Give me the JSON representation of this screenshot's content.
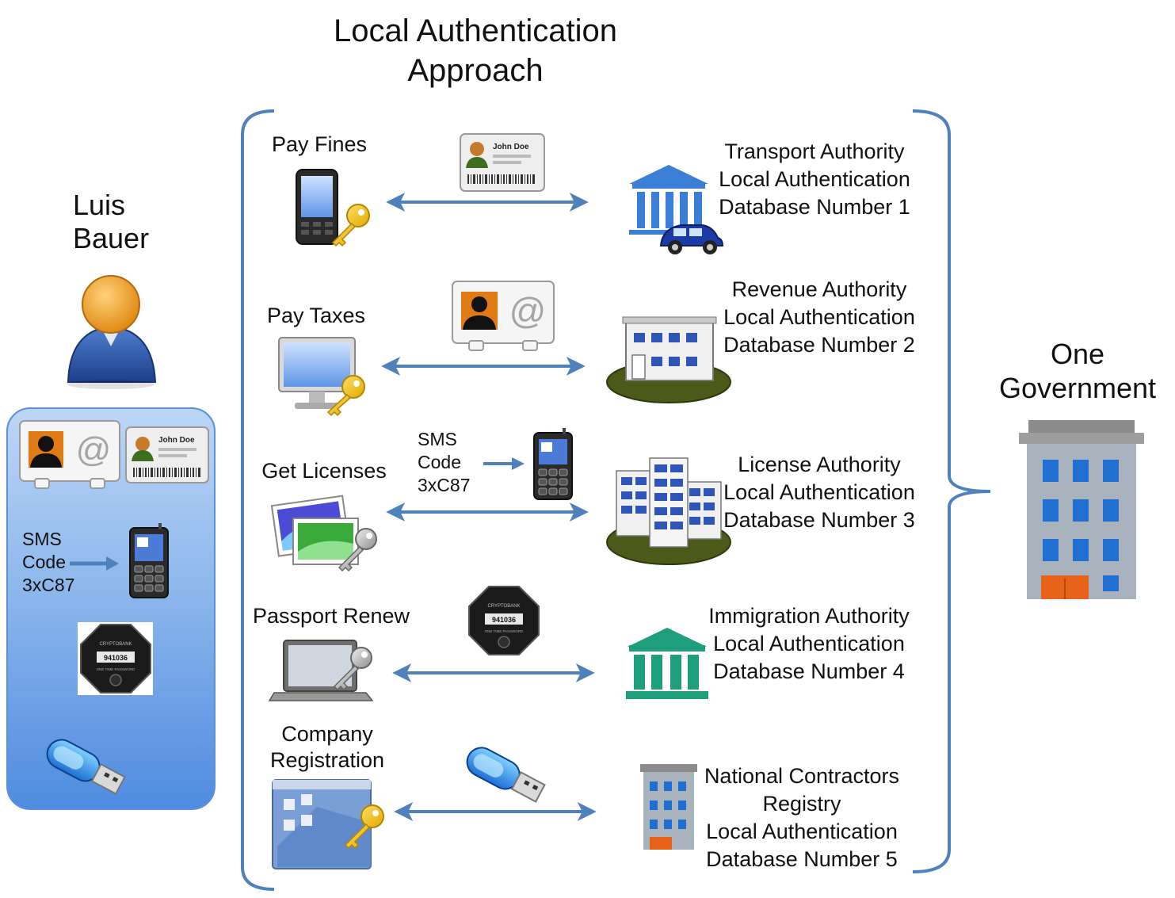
{
  "title": {
    "line1": "Local Authentication",
    "line2": "Approach"
  },
  "user": {
    "first_name": "Luis",
    "last_name": "Bauer"
  },
  "government": {
    "line1": "One",
    "line2": "Government"
  },
  "id_card_name": "John Doe",
  "token_brand": "CRYPTOBANK",
  "token_code": "941036",
  "token_footer": "ONE TIME PASSWORD",
  "wallet_sms": {
    "line1": "SMS",
    "line2": "Code",
    "line3": "3xC87"
  },
  "rows": [
    {
      "service": "Pay Fines",
      "authority_lines": [
        "Transport Authority",
        "Local Authentication",
        "Database Number 1"
      ]
    },
    {
      "service": "Pay Taxes",
      "authority_lines": [
        "Revenue Authority",
        "Local Authentication",
        "Database Number 2"
      ]
    },
    {
      "service": "Get Licenses",
      "sms": [
        "SMS",
        "Code",
        "3xC87"
      ],
      "authority_lines": [
        "License Authority",
        "Local Authentication",
        "Database Number 3"
      ]
    },
    {
      "service": "Passport Renew",
      "authority_lines": [
        "Immigration Authority",
        "Local Authentication",
        "Database Number 4"
      ]
    },
    {
      "service_lines": [
        "Company",
        "Registration"
      ],
      "authority_lines": [
        "National Contractors",
        "Registry",
        "Local Authentication",
        "Database Number 5"
      ]
    }
  ],
  "colors": {
    "arrow": "#4f81bd",
    "bracket": "#4f81bd",
    "wallet_bottom": "#4f8be0",
    "wallet_top": "#bcd6f5",
    "ground": "#4b5a18",
    "immigration_building": "#1f9e7e",
    "transport_building": "#3a7ed6"
  },
  "icons": [
    "user-icon",
    "phone-icon",
    "key-icon",
    "id-card-icon",
    "contact-card-icon",
    "monitor-icon",
    "photos-icon",
    "laptop-icon",
    "screen-icon",
    "otp-token-icon",
    "usb-key-icon",
    "mobile-phone-icon",
    "bank-building-icon",
    "car-icon",
    "office-building-icon",
    "building-complex-icon",
    "government-building-icon",
    "tall-office-icon"
  ]
}
